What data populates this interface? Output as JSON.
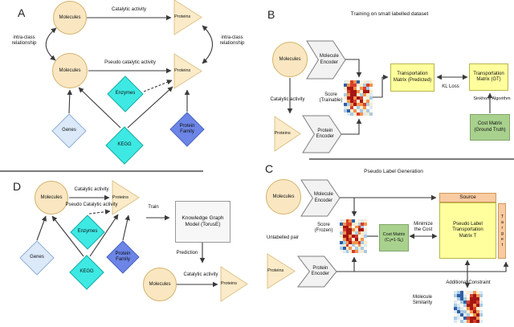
{
  "colors": {
    "entity_fill": "#fae7c2",
    "entity_border": "#d4b36a",
    "triangle_fill": "#fcebc9",
    "chevron_fill": "#f2f2f2",
    "cyan_diamond": "#3ee9e3",
    "light_blue_diamond": "#dce9f9",
    "blue_diamond": "#6c85e6",
    "yellow_box": "#ffff9e",
    "green_box": "#a9d18e",
    "orange_box": "#f9cba2",
    "gray_box": "#f7f7f7",
    "arrow": "#3a3a3a",
    "divider": "#7a7a7a"
  },
  "heatmaps": {
    "palette": {
      "R": "#a61612",
      "r": "#d7402b",
      "o": "#f2944e",
      "y": "#fdeccd",
      "w": "#fbf9f0",
      "b": "#a8cbe4",
      "B": "#2f5fa5",
      "t": "#ddeaf4"
    },
    "score": [
      "tyroBwyty",
      "Borryybro",
      "yRRoworbw",
      "wrRRoyRRy",
      "boRRyboyt",
      "yRRoRrwyb",
      "woRryRyow",
      "BboRoorby",
      "tyrwbyowt",
      "bByowbybw",
      "wtbyrotyb"
    ],
    "similarity": [
      "tbBwytoyt",
      "bBBtwrRob",
      "wbBbyRRRw",
      "twbBrRRrt",
      "btwbRRoRb",
      "BbtwoRryw",
      "tBbbyoRot",
      "wtBtbyoRb",
      "btwBrRRow",
      "twbtoRrRt"
    ]
  },
  "panelA": {
    "label": "A",
    "nodes": {
      "molecules1": "Molecules",
      "proteins1": "Proteins",
      "molecules2": "Molecules",
      "proteins2": "Proteins",
      "enzymes": "Enzymes",
      "genes": "Genes",
      "kegg": "KEGG",
      "protein_family": "Protein\nFamily"
    },
    "edges": {
      "catalytic": "Catalytic activity",
      "pseudo": "Pseudo catalytic activity",
      "intra_left": "intra-class\nrelationship",
      "intra_right": "intra-class\nrelationship"
    }
  },
  "panelB": {
    "label": "B",
    "title": "Training on small labelled dataset",
    "nodes": {
      "molecules": "Molecules",
      "molecule_encoder": "Molecule\nEncoder",
      "proteins": "Proteins",
      "protein_encoder": "Protein\nEncoder",
      "score": "Score\n(Trainable)",
      "tm_predicted": "Transportation\nMatrix (Predicted)",
      "tm_gt": "Transportation\nMatrix (GT)",
      "cost_gt": "Cost Matrix\n(Ground Truth)"
    },
    "edges": {
      "catalytic": "Catalytic activity",
      "kl_loss": "KL Loss",
      "sinkhorn": "Sinkhorn Algorithm"
    }
  },
  "panelC": {
    "label": "C",
    "title": "Pseudo Label Generation",
    "nodes": {
      "molecules": "Molecules",
      "molecule_encoder": "Molecule\nEncoder",
      "proteins": "Proteins",
      "protein_encoder": "Protein\nEncoder",
      "score": "Score\n(Frozen)",
      "cost_matrix": "Cost Matrix\n(Cᵢⱼ=1-Sᵢⱼ)",
      "source": "Source",
      "matrix": "Pseudo Label\nTransportation\nMatrix  T",
      "target": "Target",
      "similarity": "Molecule\nSimilarity"
    },
    "edges": {
      "unlabelled": "Unlabelled pair",
      "minimize": "Minimize\nthe Cost",
      "additional": "Additional Constraint"
    }
  },
  "panelD": {
    "label": "D",
    "nodes": {
      "molecules1": "Molecules",
      "proteins1": "Proteins",
      "enzymes": "Enzymes",
      "genes": "Genes",
      "kegg": "KEGG",
      "protein_family": "Protein\nFamily",
      "kg_model": "Knowledge Graph\nModel (TorusE)",
      "molecules2": "Molecules",
      "proteins2": "Proteins"
    },
    "edges": {
      "catalytic1": "Catalytic activity",
      "pseudo": "Pseudo Catalytic activity",
      "train": "Train",
      "prediction": "Prediction",
      "catalytic2": "Catalytic activity"
    }
  }
}
